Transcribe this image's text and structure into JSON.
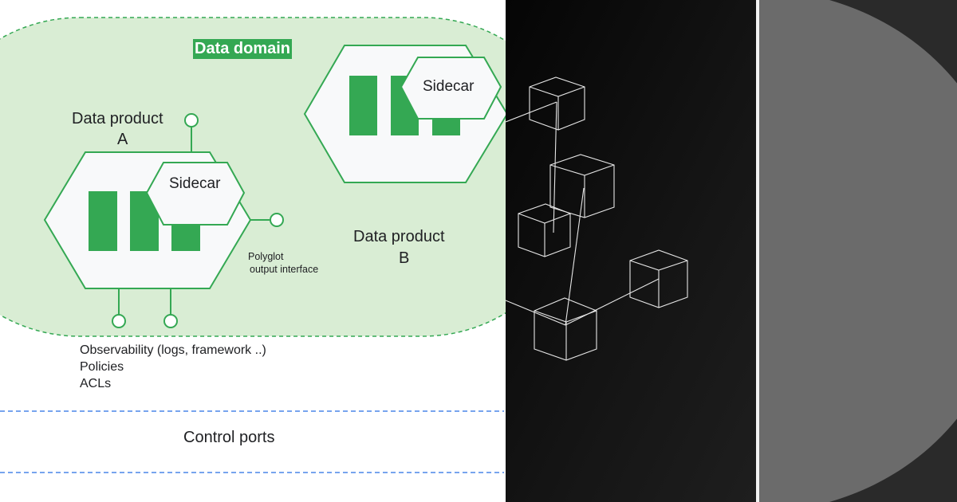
{
  "domain": {
    "title": "Data domain"
  },
  "product_a": {
    "name_line1": "Data product",
    "name_line2": "A",
    "sidecar": "Sidecar"
  },
  "product_b": {
    "name_line1": "Data product",
    "name_line2": "B",
    "sidecar": "Sidecar"
  },
  "output_interface": {
    "line1": "Polyglot",
    "line2": "output interface"
  },
  "control_items": [
    "Observability (logs, framework ..)",
    "Policies",
    "ACLs"
  ],
  "control_ports_label": "Control ports",
  "colors": {
    "domain_fill": "#d9edd4",
    "domain_border": "#34a853",
    "bar_green": "#34a853",
    "hex_fill": "#f8f9fa",
    "dashed_blue": "#4a86e8",
    "dark_panel": "#111111",
    "right_panel": "#2a2a2a",
    "circle_grey": "#6b6b6b"
  },
  "icons": {
    "network": "wireframe-cube-network",
    "moon": "grey-half-circle"
  }
}
